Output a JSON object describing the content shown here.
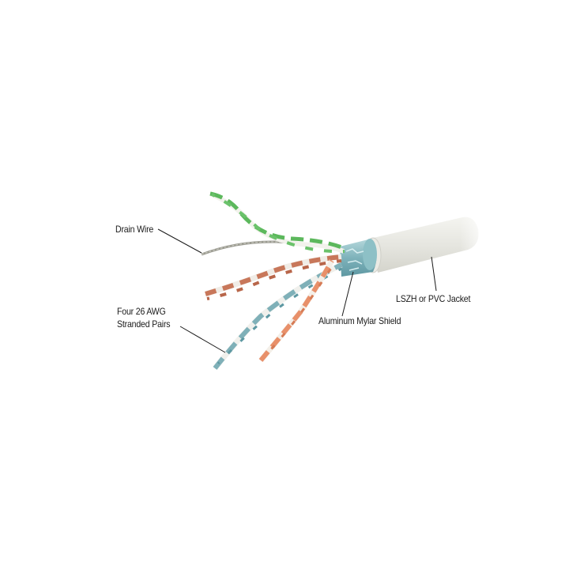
{
  "diagram": {
    "subject": "Shielded twisted-pair cable cutaway",
    "labels": {
      "drain_wire": "Drain Wire",
      "pairs_line1": "Four 26 AWG",
      "pairs_line2": "Stranded Pairs",
      "shield": "Aluminum Mylar Shield",
      "jacket": "LSZH or PVC Jacket"
    },
    "colors": {
      "background": "#ffffff",
      "jacket": "#e8e8e4",
      "shield": "#8fbcc4",
      "green_pair": "#5cb85c",
      "orange_pair": "#c8775a",
      "blue_pair": "#7fb0b8",
      "light_orange_pair": "#e8906a",
      "drain": "#9a9a90",
      "leader": "#1a1a1a"
    }
  }
}
